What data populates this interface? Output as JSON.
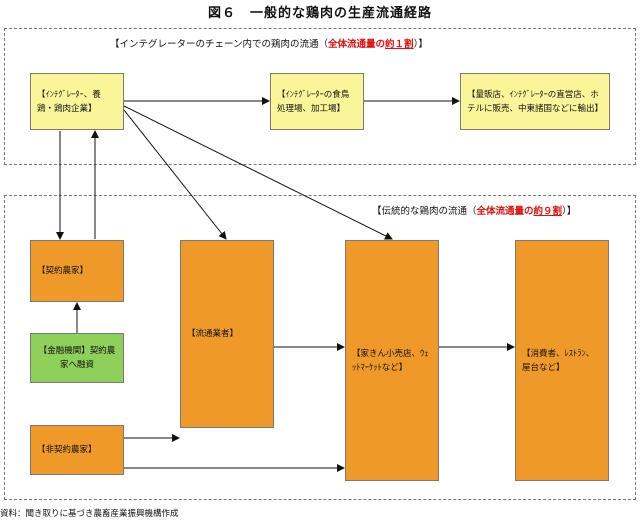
{
  "title": "図６　一般的な鶏肉の生産流通経路",
  "integrator_region": {
    "label_prefix": "【インテグレーターのチェーン内での鶏肉の流通（",
    "label_red": "全体流通量の",
    "label_red_ul": "約１割",
    "label_suffix": "）】"
  },
  "traditional_region": {
    "label_prefix": "【伝統的な鶏肉の流通（",
    "label_red": "全体流通量の",
    "label_red_ul": "約９割",
    "label_suffix": "）】"
  },
  "nodes": {
    "integrator_farming": "【ｲﾝﾃｸﾞﾚｰﾀｰ、養鶏・鶏肉企業】",
    "integrator_processing": "【ｲﾝﾃｸﾞﾚｰﾀｰの食鳥処理場、加工場】",
    "retail_export": "【量販店、ｲﾝﾃｸﾞﾚｰﾀｰの直営店、ホテルに販売、中東諸国などに輸出】",
    "contract_farmer": "【契約農家】",
    "financial": "【金融機関】契約農家へ融資",
    "distributor": "【流通業者】",
    "poultry_retail": "【家きん小売店、ｳｪｯﾄﾏｰｹｯﾄなど】",
    "consumer": "【消費者、ﾚｽﾄﾗﾝ、屋台など】",
    "noncontract_farmer": "【非契約農家】"
  },
  "source": "資料：聞き取りに基づき農畜産業振興機構作成",
  "colors": {
    "yellow": "#fbf59a",
    "orange": "#ef9a28",
    "green": "#8fd05b",
    "red_text": "#e01010"
  }
}
